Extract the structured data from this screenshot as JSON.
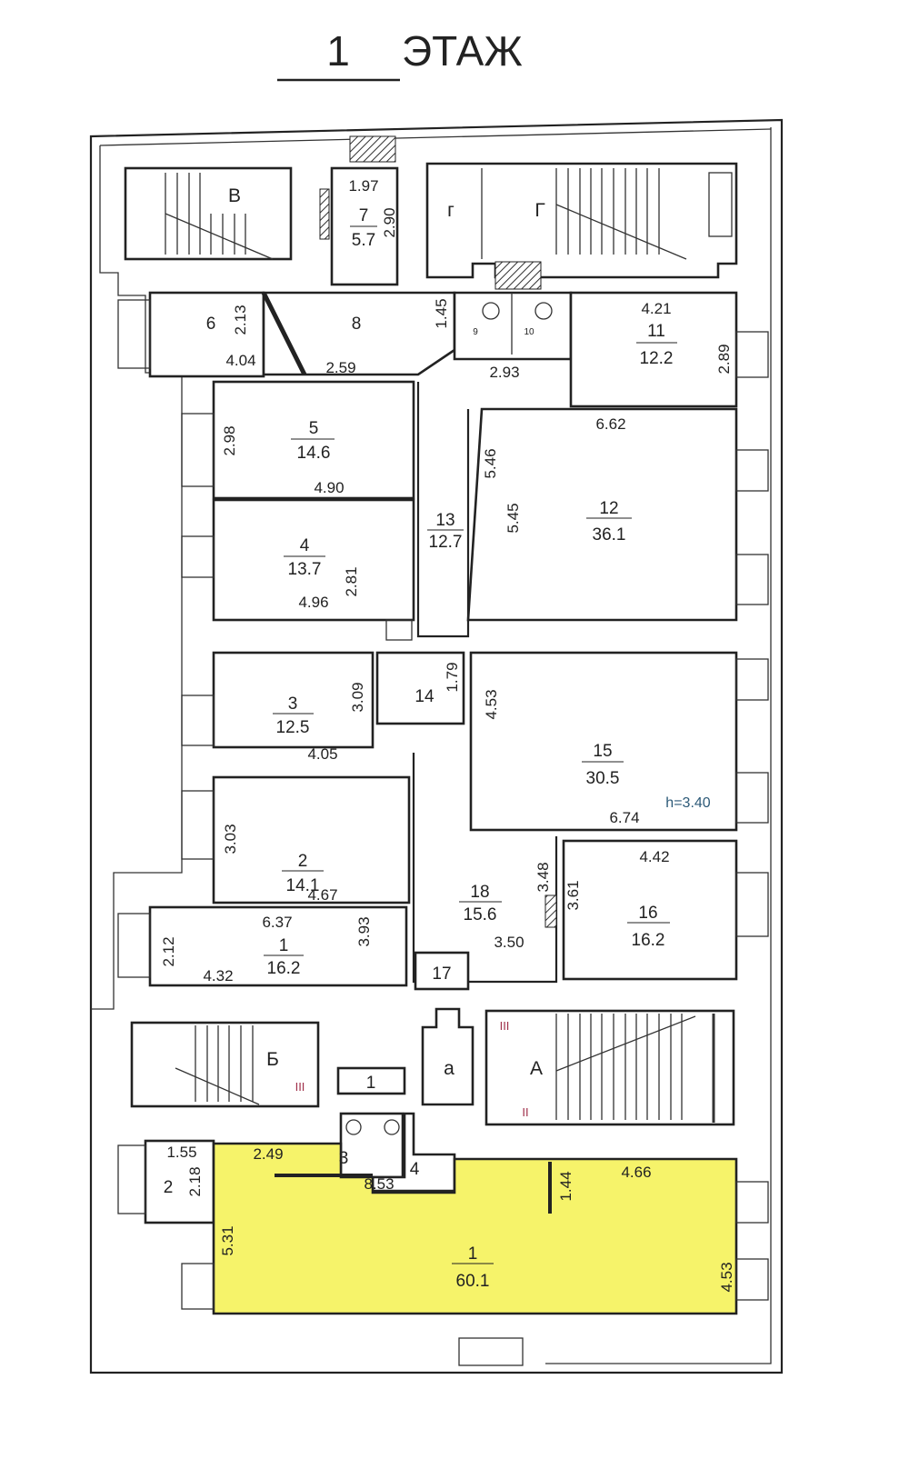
{
  "title": {
    "floor_number": "1",
    "label": "ЭТАЖ"
  },
  "stairs": [
    "В",
    "Г",
    "г",
    "Б",
    "а",
    "А"
  ],
  "rooms": [
    {
      "num": "7",
      "area": "5.7"
    },
    {
      "num": "6"
    },
    {
      "num": "8"
    },
    {
      "num": "9"
    },
    {
      "num": "10"
    },
    {
      "num": "11",
      "area": "12.2"
    },
    {
      "num": "5",
      "area": "14.6"
    },
    {
      "num": "4",
      "area": "13.7"
    },
    {
      "num": "13",
      "area": "12.7"
    },
    {
      "num": "12",
      "area": "36.1"
    },
    {
      "num": "3",
      "area": "12.5"
    },
    {
      "num": "14"
    },
    {
      "num": "15",
      "area": "30.5"
    },
    {
      "num": "2",
      "area": "14.1"
    },
    {
      "num": "18",
      "area": "15.6"
    },
    {
      "num": "16",
      "area": "16.2"
    },
    {
      "num": "1",
      "area": "16.2"
    },
    {
      "num": "17"
    },
    {
      "num": "1"
    },
    {
      "num": "3"
    },
    {
      "num": "4"
    },
    {
      "num": "2"
    },
    {
      "num": "1",
      "area": "60.1",
      "highlighted": true
    }
  ],
  "dims": [
    "1.97",
    "2.90",
    "2.13",
    "4.04",
    "2.59",
    "1.45",
    "2.93",
    "4.21",
    "2.89",
    "6.62",
    "2.98",
    "4.90",
    "5.46",
    "5.45",
    "2.81",
    "4.96",
    "1.79",
    "3.09",
    "4.05",
    "4.53",
    "6.74",
    "3.03",
    "4.67",
    "6.37",
    "3.93",
    "2.12",
    "4.32",
    "3.50",
    "3.48",
    "3.61",
    "4.42",
    "1.55",
    "2.18",
    "2.49",
    "8.53",
    "1.44",
    "4.66",
    "5.31",
    "4.53"
  ],
  "height_note": "h=3.40",
  "marks": [
    "III",
    "III",
    "II"
  ],
  "colors": {
    "highlight": "#f6f36a",
    "walls": "#222222",
    "height_note": "#2d5a78"
  }
}
